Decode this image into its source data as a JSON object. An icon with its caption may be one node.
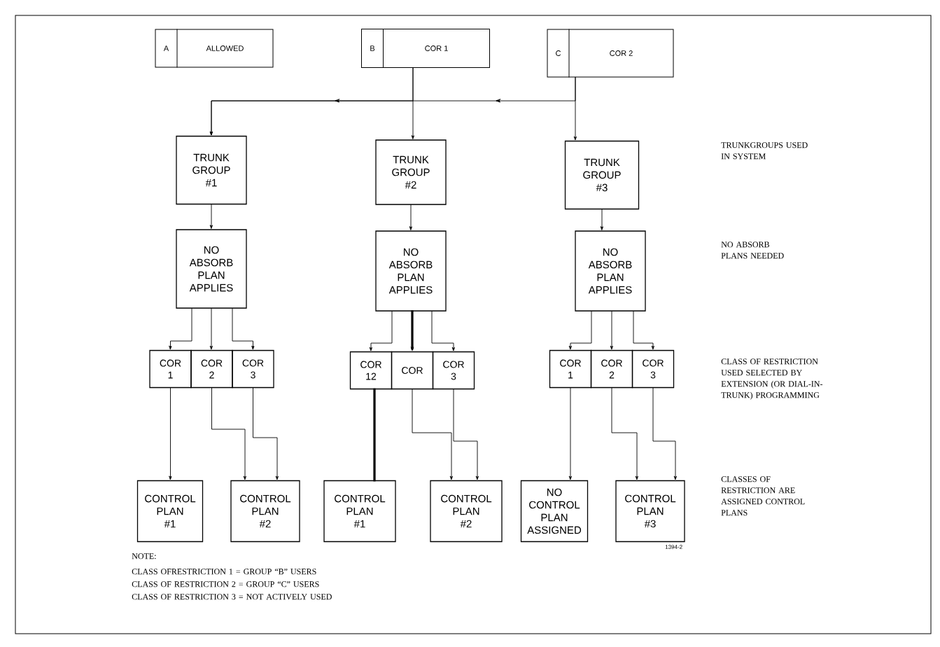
{
  "diagram": {
    "nodes": [
      {
        "text": [
          "A",
          "ALLOWED"
        ]
      },
      {
        "text": [
          "B",
          "COR 1"
        ]
      },
      {
        "text": [
          "C",
          "COR 2"
        ]
      },
      {
        "text": [
          "TRUNK GROUP #1"
        ]
      },
      {
        "text": [
          "TRUNK GROUP #2"
        ]
      },
      {
        "text": [
          "TRUNK GROUP #3"
        ]
      },
      {
        "text": [
          "NO ABSORB PLAN APPLIES"
        ]
      },
      {
        "text": [
          "NO ABSORB PLAN APPLIES"
        ]
      },
      {
        "text": [
          "NO ABSORB PLAN APPLIES"
        ]
      },
      {
        "text": [
          "COR 1"
        ]
      },
      {
        "text": [
          "COR 2"
        ]
      },
      {
        "text": [
          "COR 3"
        ]
      },
      {
        "text": [
          "COR 12"
        ]
      },
      {
        "text": [
          "COR"
        ]
      },
      {
        "text": [
          "COR 3"
        ]
      },
      {
        "text": [
          "COR 1"
        ]
      },
      {
        "text": [
          "COR 2"
        ]
      },
      {
        "text": [
          "COR 3"
        ]
      },
      {
        "text": [
          "CONTROL PLAN #1"
        ]
      },
      {
        "text": [
          "CONTROL PLAN #2"
        ]
      },
      {
        "text": [
          "CONTROL PLAN #1"
        ]
      },
      {
        "text": [
          "CONTROL PLAN #2"
        ]
      },
      {
        "text": [
          "NO CONTROL PLAN ASSIGNED"
        ]
      },
      {
        "text": [
          "CONTROL PLAN #3"
        ]
      }
    ],
    "edges": [
      {
        "from": 1,
        "to": 4,
        "arrow": "to"
      },
      {
        "from": 1,
        "to": 3,
        "arrow": "to"
      },
      {
        "from": 2,
        "to": 3,
        "arrow": "to"
      },
      {
        "from": 2,
        "to": 5,
        "arrow": "to"
      },
      {
        "from": 3,
        "to": 6,
        "arrow": "to"
      },
      {
        "from": 4,
        "to": 7,
        "arrow": "to"
      },
      {
        "from": 5,
        "to": 8,
        "arrow": "to"
      },
      {
        "from": 6,
        "to": 9,
        "arrow": "to"
      },
      {
        "from": 6,
        "to": 10,
        "arrow": "to"
      },
      {
        "from": 6,
        "to": 11,
        "arrow": "to"
      },
      {
        "from": 7,
        "to": 12,
        "arrow": "to"
      },
      {
        "from": 7,
        "to": 13,
        "arrow": "to",
        "style": "thick"
      },
      {
        "from": 7,
        "to": 14,
        "arrow": "to"
      },
      {
        "from": 8,
        "to": 15,
        "arrow": "to"
      },
      {
        "from": 8,
        "to": 16,
        "arrow": "to"
      },
      {
        "from": 8,
        "to": 17,
        "arrow": "to"
      },
      {
        "from": 9,
        "to": 18,
        "arrow": "to"
      },
      {
        "from": 10,
        "to": 19,
        "arrow": "to"
      },
      {
        "from": 11,
        "to": 19,
        "arrow": "to"
      },
      {
        "from": 12,
        "to": 20,
        "arrow": "none",
        "style": "thick"
      },
      {
        "from": 13,
        "to": 21,
        "arrow": "to"
      },
      {
        "from": 14,
        "to": 21,
        "arrow": "to"
      },
      {
        "from": 15,
        "to": 22,
        "arrow": "to"
      },
      {
        "from": 16,
        "to": 23,
        "arrow": "to"
      },
      {
        "from": 17,
        "to": 23,
        "arrow": "to"
      }
    ],
    "labels": [
      "TRUNKGROUPS USED IN SYSTEM",
      "NO ABSORB PLANS NEEDED",
      "CLASS OF RESTRICTION USED SELECTED BY EXTENSION (OR DIAL-IN-TRUNK) PROGRAMMING",
      "CLASSES OF RESTRICTION ARE ASSIGNED CONTROL PLANS",
      "1394-2",
      "NOTE:",
      "CLASS OFRESTRICTION 1 = GROUP “B” USERS",
      "CLASS OF RESTRICTION 2 = GROUP “C” USERS",
      "CLASS OF RESTRICTION 3 = NOT ACTIVELY USED"
    ]
  }
}
